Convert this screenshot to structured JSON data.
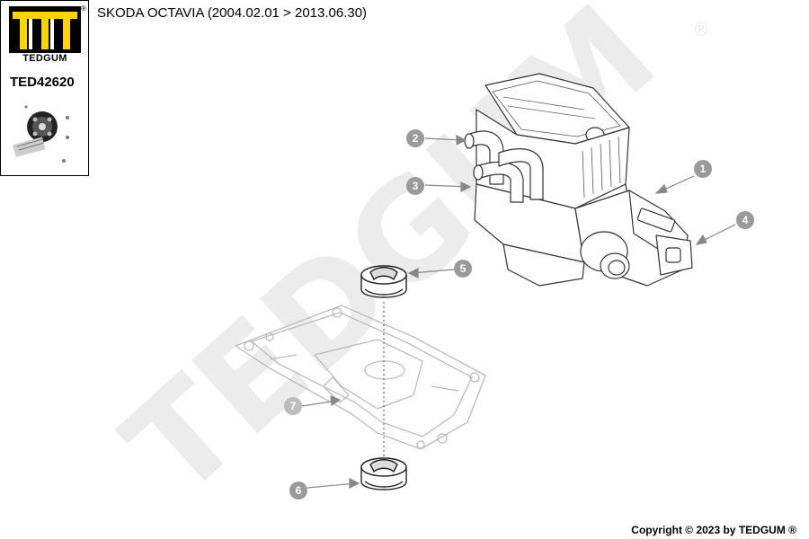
{
  "header": {
    "brand": "TEDGUM",
    "registered_mark": "®",
    "part_number": "TED42620",
    "title": "SKODA OCTAVIA  (2004.02.01 > 2013.06.30)"
  },
  "watermark": {
    "text": "TEDGUM",
    "mark": "®"
  },
  "callouts": [
    "1",
    "2",
    "3",
    "4",
    "5",
    "6",
    "7"
  ],
  "footer": {
    "copyright": "Copyright © 2023 by TEDGUM ®"
  },
  "colors": {
    "ink": "#000000",
    "callout_bg": "#9a9a9a",
    "watermark": "#ececec",
    "line": "#333333",
    "faded_line": "#bcbcbc"
  }
}
